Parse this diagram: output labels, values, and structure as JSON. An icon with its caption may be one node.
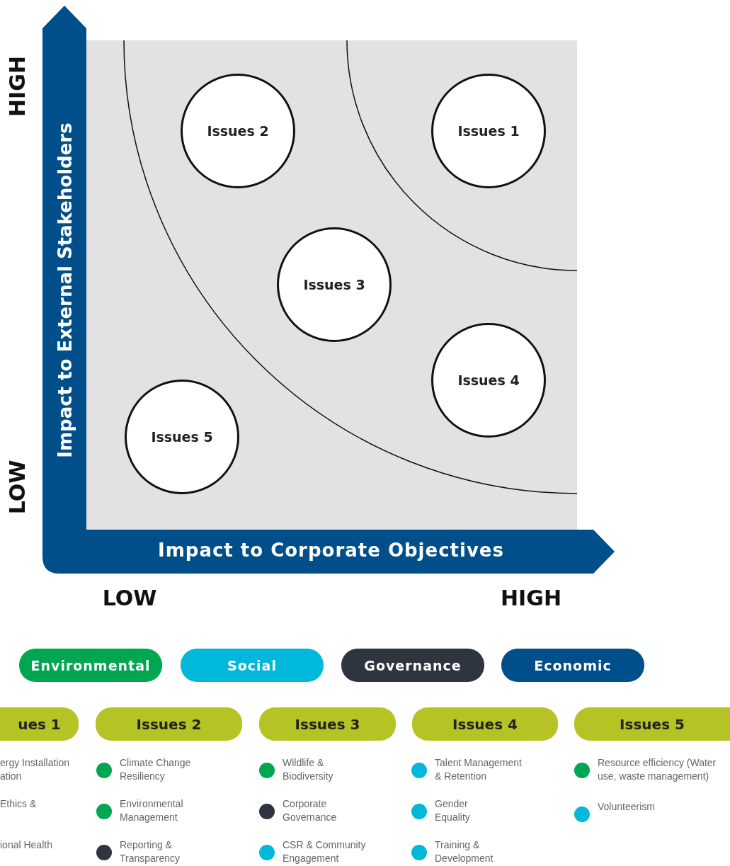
{
  "diagram": {
    "nodes": [
      {
        "text": [
          "Issues 2"
        ]
      },
      {
        "text": [
          "Issues 1"
        ]
      },
      {
        "text": [
          "Issues 3"
        ]
      },
      {
        "text": [
          "Issues 4"
        ]
      },
      {
        "text": [
          "Issues 5"
        ]
      },
      {
        "text": [
          "ues 1"
        ]
      },
      {
        "text": [
          "Issues 2"
        ]
      },
      {
        "text": [
          "Issues 3"
        ]
      },
      {
        "text": [
          "Issues 4"
        ]
      },
      {
        "text": [
          "Issues 5"
        ]
      }
    ],
    "labels": [
      "HIGH",
      "Impact to External Stakeholders",
      "LOW",
      "Impact to Corporate Objectives",
      "LOW",
      "HIGH",
      "ergy Installation ation",
      "Ethics &",
      "ional Health",
      "Climate Change Resiliency",
      "Environmental Management",
      "Reporting & Transparency",
      "Wildlife & Biodiversity",
      "Corporate Governance",
      "CSR & Community Engagement",
      "Talent Management & Retention",
      "Gender Equality",
      "Training & Development",
      "Resource efficiency (Water use, waste management)",
      "Volunteerism"
    ],
    "legend": [
      {
        "text": "Environmental",
        "color": "#00a651"
      },
      {
        "text": "Social",
        "color": "#00b8d9"
      },
      {
        "text": "Governance",
        "color": "#2e3440"
      },
      {
        "text": "Economic",
        "color": "#004f8a"
      }
    ]
  }
}
